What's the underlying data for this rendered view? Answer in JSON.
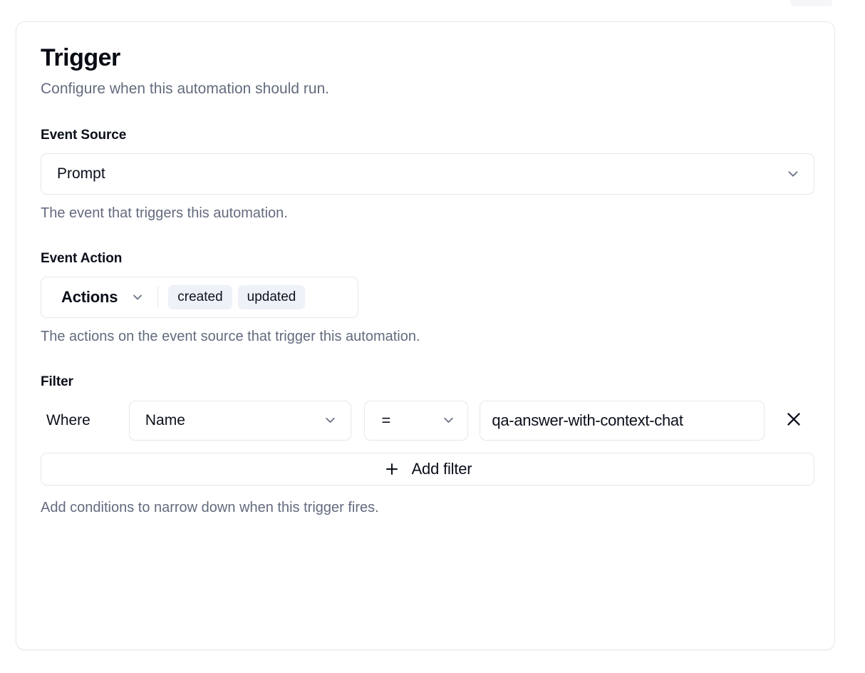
{
  "card": {
    "title": "Trigger",
    "subtitle": "Configure when this automation should run."
  },
  "event_source": {
    "label": "Event Source",
    "selected": "Prompt",
    "help": "The event that triggers this automation.",
    "chevron_icon": "chevron-down-icon"
  },
  "event_action": {
    "label": "Event Action",
    "trigger_label": "Actions",
    "chips": [
      "created",
      "updated"
    ],
    "help": "The actions on the event source that trigger this automation.",
    "chevron_icon": "chevron-down-icon"
  },
  "filter": {
    "label": "Filter",
    "where_label": "Where",
    "rows": [
      {
        "field": "Name",
        "operator": "=",
        "value": "qa-answer-with-context-chat",
        "remove_icon": "close-icon"
      }
    ],
    "add_label": "Add filter",
    "add_icon": "plus-icon",
    "help": "Add conditions to narrow down when this trigger fires."
  },
  "colors": {
    "card_border": "#e6e8ee",
    "text_primary": "#0b0f1a",
    "text_muted": "#636b7e",
    "chip_bg": "#eef1f7",
    "icon_muted": "#6b7384"
  }
}
